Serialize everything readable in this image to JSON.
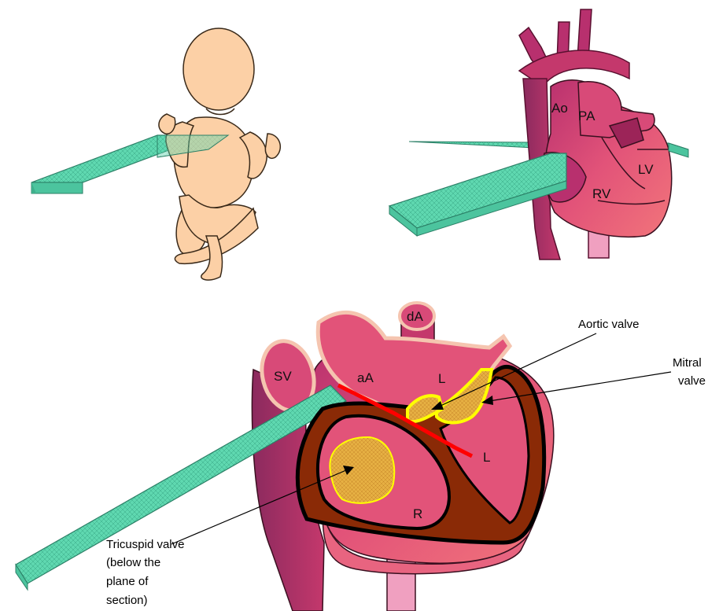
{
  "panels": {
    "fetus": {},
    "heart_external": {
      "labels": {
        "aorta": "Ao",
        "pulmonary_artery": "PA",
        "left_ventricle": "LV",
        "right_ventricle": "RV"
      }
    },
    "heart_section": {
      "labels": {
        "ductus_arteriosus": "dA",
        "superior_vena_cava": "SV",
        "ascending_aorta": "aA",
        "left_atrium": "L",
        "left_ventricle": "L",
        "right_ventricle": "R"
      },
      "annotations": {
        "aortic_valve": "Aortic valve",
        "mitral_valve_line1": "Mitral",
        "mitral_valve_line2": "valve",
        "tricuspid_line1": "Tricuspid valve",
        "tricuspid_line2": "(below the",
        "tricuspid_line3": "plane of",
        "tricuspid_line4": "section)"
      }
    }
  },
  "colors": {
    "scan_plane": "#5fd8b0",
    "skin": "#fcd0a6",
    "heart": "#e0507a",
    "vessel": "#b0306a",
    "myocardium": "#8a2a06",
    "valve_highlight": "#ffff00",
    "septum_line": "#ff0000"
  }
}
